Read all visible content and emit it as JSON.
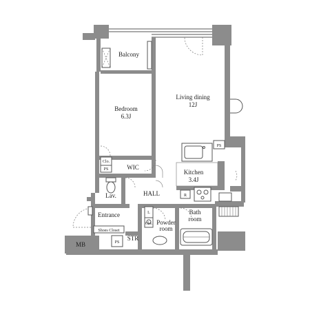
{
  "rooms": {
    "balcony": "Balcony",
    "living_name": "Living dining",
    "living_size": "12J",
    "bedroom_name": "Bedroom",
    "bedroom_size": "6.3J",
    "wic": "WIC",
    "kitchen_name": "Kitchen",
    "kitchen_size": "3.4J",
    "hall": "HALL",
    "lav": "Lav.",
    "entrance": "Entrance",
    "shoes_closet": "Shoes Closet",
    "bath_line1": "Bath",
    "bath_line2": "room",
    "powder_line1": "Powder",
    "powder_line2": "room",
    "str": "STR",
    "mb": "MB"
  },
  "small_labels": {
    "ps_kitchen": "PS",
    "ps_wic": "PS",
    "ps_str": "PS",
    "clo_bedroom": "Clo.",
    "clo_powder": "Clo.",
    "l_powder": "L",
    "r_kitchen": "R"
  }
}
